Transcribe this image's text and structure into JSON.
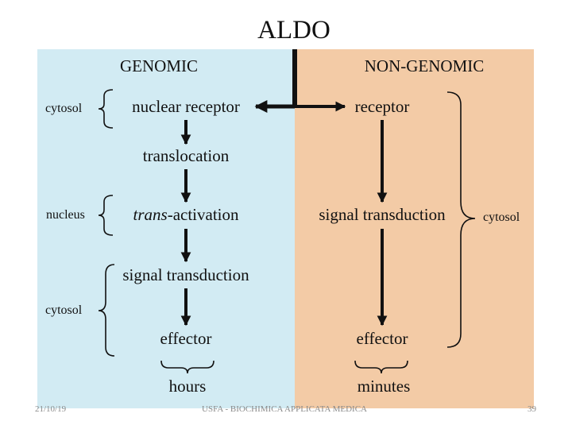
{
  "title": "ALDO",
  "genomic": {
    "heading": "GENOMIC",
    "nuclear_receptor": "nuclear receptor",
    "translocation": "translocation",
    "trans_italic": "trans",
    "activation_rest": "-activation",
    "signal_transduction": "signal transduction",
    "effector": "effector",
    "time": "hours",
    "label_cytosol_top": "cytosol",
    "label_nucleus": "nucleus",
    "label_cytosol_bottom": "cytosol"
  },
  "nongenomic": {
    "heading": "NON-GENOMIC",
    "receptor": "receptor",
    "signal_transduction": "signal transduction",
    "effector": "effector",
    "time": "minutes",
    "label_cytosol": "cytosol"
  },
  "footer": {
    "date": "21/10/19",
    "course": "USFA - BIOCHIMICA APPLICATA MEDICA",
    "page": "39"
  },
  "colors": {
    "genomic_bg": "#d2ebf3",
    "nongenomic_bg": "#f3cba6",
    "ink": "#111111"
  }
}
